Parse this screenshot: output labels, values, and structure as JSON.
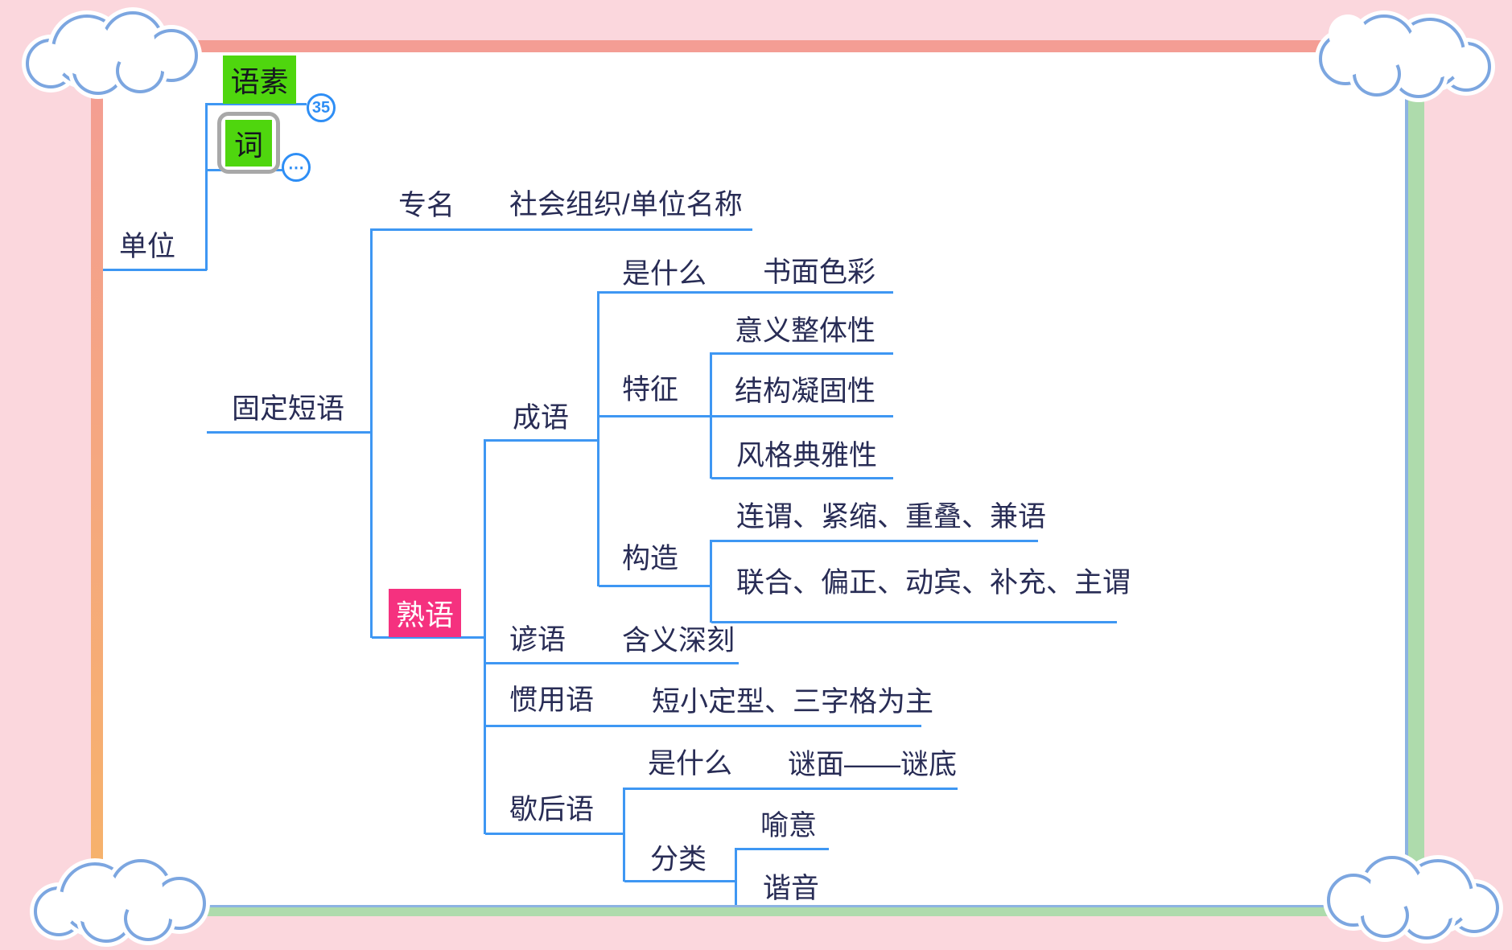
{
  "mindmap": {
    "root": "单位",
    "morpheme": "语素",
    "word": "词",
    "badge_count": "35",
    "badge_more": "⋯",
    "fixed_phrase": "固定短语",
    "proper_name": {
      "label": "专名",
      "desc": "社会组织/单位名称"
    },
    "idiom_group": "熟语",
    "chengyu": {
      "label": "成语",
      "what": {
        "label": "是什么",
        "desc": "书面色彩"
      },
      "features": {
        "label": "特征",
        "items": [
          "意义整体性",
          "结构凝固性",
          "风格典雅性"
        ]
      },
      "structure": {
        "label": "构造",
        "items": [
          "连谓、紧缩、重叠、兼语",
          "联合、偏正、动宾、补充、主谓"
        ]
      }
    },
    "proverb": {
      "label": "谚语",
      "desc": "含义深刻"
    },
    "common_saying": {
      "label": "惯用语",
      "desc": "短小定型、三字格为主"
    },
    "xiehouyu": {
      "label": "歇后语",
      "what": {
        "label": "是什么",
        "desc": "谜面——谜底"
      },
      "category": {
        "label": "分类",
        "items": [
          "喻意",
          "谐音"
        ]
      }
    }
  },
  "colors": {
    "line_blue": "#3e97f3",
    "text_dark": "#282c55",
    "node_green": "#4fd60e",
    "node_pink": "#f5317f",
    "badge_blue": "#2e8ef5",
    "frame_salmon": "#f49d94",
    "frame_orange": "#f6b26b",
    "frame_green": "#aedbac",
    "frame_inner_blue": "#8cb3e2",
    "outer_background": "#fbd7dd",
    "cloud_outline": "#7ca6e0"
  }
}
